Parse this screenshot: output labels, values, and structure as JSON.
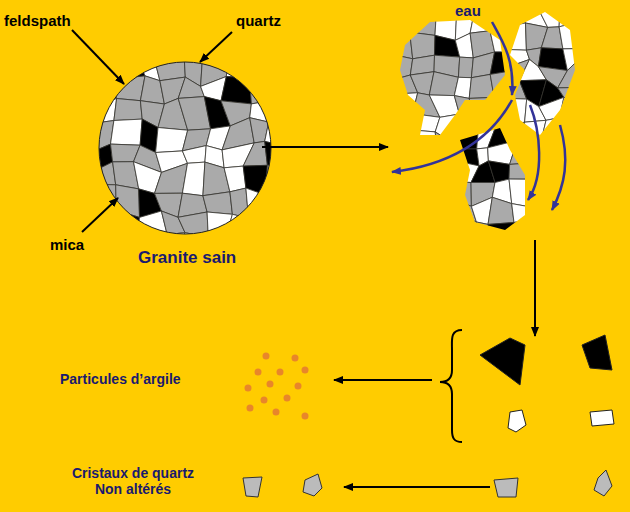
{
  "diagram": {
    "labels": [
      "feldspath",
      "quartz",
      "mica",
      "Granite sain",
      "eau",
      "Particules d’argile",
      "Cristaux de quartz Non altérés"
    ]
  }
}
